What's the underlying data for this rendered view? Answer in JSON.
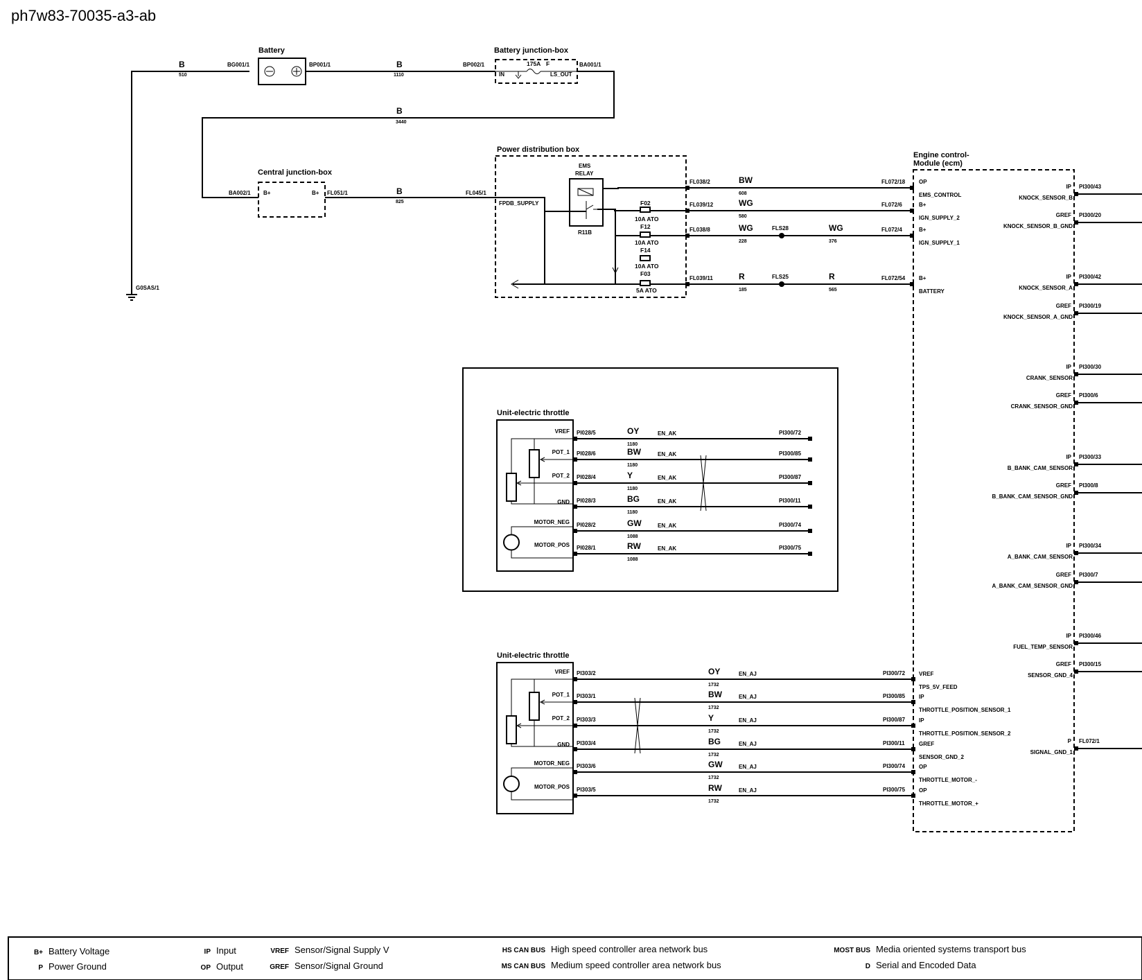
{
  "doc_id": "ph7w83-70035-a3-ab",
  "components": {
    "battery": {
      "title": "Battery",
      "left_conn": "BG001/1",
      "right_conn": "BP001/1"
    },
    "battery_jbox": {
      "title": "Battery junction-box",
      "in_conn": "BP002/1",
      "out_conn": "BA001/1",
      "in_label": "IN",
      "out_label": "LS_OUT",
      "fuse_rating": "175A",
      "fuse_label": "F"
    },
    "central_jbox": {
      "title": "Central junction-box",
      "in_conn": "BA002/1",
      "out_conn": "FL051/1",
      "in_pin": "B+",
      "out_pin": "B+"
    },
    "pdb": {
      "title": "Power distribution box",
      "in_conn": "FL045/1",
      "supply_label": "FPDB_SUPPLY",
      "relay_title_1": "EMS",
      "relay_title_2": "RELAY",
      "relay_id": "R11B",
      "fuses": [
        {
          "id": "F02",
          "rating": "10A ATO"
        },
        {
          "id": "F12",
          "rating": "10A ATO"
        },
        {
          "id": "F14",
          "rating": "10A ATO"
        },
        {
          "id": "F03",
          "rating": "5A ATO"
        }
      ]
    },
    "ground": {
      "label": "G0SAS/1"
    },
    "ecm": {
      "title_1": "Engine control-",
      "title_2": "Module (ecm)"
    }
  },
  "wires_top": [
    {
      "color": "B",
      "num": "510"
    },
    {
      "color": "B",
      "num": "1110"
    },
    {
      "color": "B",
      "num": "3440"
    },
    {
      "color": "B",
      "num": "825"
    }
  ],
  "pdb_outputs": [
    {
      "conn_left": "FL038/2",
      "color": "BW",
      "num": "608",
      "splice": "",
      "color2": "",
      "num2": "",
      "conn_right": "FL072/18",
      "pin_type": "OP",
      "pin_name": "EMS_CONTROL"
    },
    {
      "conn_left": "FL039/12",
      "color": "WG",
      "num": "580",
      "splice": "",
      "color2": "",
      "num2": "",
      "conn_right": "FL072/6",
      "pin_type": "B+",
      "pin_name": "IGN_SUPPLY_2"
    },
    {
      "conn_left": "FL038/8",
      "color": "WG",
      "num": "228",
      "splice": "FLS28",
      "color2": "WG",
      "num2": "376",
      "conn_right": "FL072/4",
      "pin_type": "B+",
      "pin_name": "IGN_SUPPLY_1"
    },
    {
      "conn_left": "FL039/11",
      "color": "R",
      "num": "185",
      "splice": "FLS25",
      "color2": "R",
      "num2": "565",
      "conn_right": "FL072/54",
      "pin_type": "B+",
      "pin_name": "BATTERY"
    }
  ],
  "ecm_right_pins": [
    {
      "type": "IP",
      "conn": "PI300/43",
      "name": "KNOCK_SENSOR_B"
    },
    {
      "type": "GREF",
      "conn": "PI300/20",
      "name": "KNOCK_SENSOR_B_GND"
    },
    {
      "type": "IP",
      "conn": "PI300/42",
      "name": "KNOCK_SENSOR_A"
    },
    {
      "type": "GREF",
      "conn": "PI300/19",
      "name": "KNOCK_SENSOR_A_GND"
    },
    {
      "type": "IP",
      "conn": "PI300/30",
      "name": "CRANK_SENSOR"
    },
    {
      "type": "GREF",
      "conn": "PI300/6",
      "name": "CRANK_SENSOR_GND"
    },
    {
      "type": "IP",
      "conn": "PI300/33",
      "name": "B_BANK_CAM_SENSOR"
    },
    {
      "type": "GREF",
      "conn": "PI300/8",
      "name": "B_BANK_CAM_SENSOR_GND"
    },
    {
      "type": "IP",
      "conn": "PI300/34",
      "name": "A_BANK_CAM_SENSOR"
    },
    {
      "type": "GREF",
      "conn": "PI300/7",
      "name": "A_BANK_CAM_SENSOR_GND"
    },
    {
      "type": "IP",
      "conn": "PI300/46",
      "name": "FUEL_TEMP_SENSOR"
    },
    {
      "type": "GREF",
      "conn": "PI300/15",
      "name": "SENSOR_GND_4"
    },
    {
      "type": "P",
      "conn": "FL072/1",
      "name": "SIGNAL_GND_1"
    }
  ],
  "throttle_upper": {
    "title": "Unit-electric throttle",
    "rows": [
      {
        "pin": "VREF",
        "conn": "PI028/5",
        "color": "OY",
        "num": "1180",
        "tag": "EN_AK",
        "conn_right": "PI300/72"
      },
      {
        "pin": "POT_1",
        "conn": "PI028/6",
        "color": "BW",
        "num": "1180",
        "tag": "EN_AK",
        "conn_right": "PI300/85"
      },
      {
        "pin": "POT_2",
        "conn": "PI028/4",
        "color": "Y",
        "num": "1180",
        "tag": "EN_AK",
        "conn_right": "PI300/87"
      },
      {
        "pin": "GND",
        "conn": "PI028/3",
        "color": "BG",
        "num": "1180",
        "tag": "EN_AK",
        "conn_right": "PI300/11"
      },
      {
        "pin": "MOTOR_NEG",
        "conn": "PI028/2",
        "color": "GW",
        "num": "1088",
        "tag": "EN_AK",
        "conn_right": "PI300/74"
      },
      {
        "pin": "MOTOR_POS",
        "conn": "PI028/1",
        "color": "RW",
        "num": "1088",
        "tag": "EN_AK",
        "conn_right": "PI300/75"
      }
    ]
  },
  "throttle_lower": {
    "title": "Unit-electric throttle",
    "rows": [
      {
        "pin": "VREF",
        "conn": "PI303/2",
        "color": "OY",
        "num": "1732",
        "tag": "EN_AJ",
        "conn_right": "PI300/72",
        "ecm_type": "VREF",
        "ecm_name": "TPS_5V_FEED"
      },
      {
        "pin": "POT_1",
        "conn": "PI303/1",
        "color": "BW",
        "num": "1732",
        "tag": "EN_AJ",
        "conn_right": "PI300/85",
        "ecm_type": "IP",
        "ecm_name": "THROTTLE_POSITION_SENSOR_1"
      },
      {
        "pin": "POT_2",
        "conn": "PI303/3",
        "color": "Y",
        "num": "1732",
        "tag": "EN_AJ",
        "conn_right": "PI300/87",
        "ecm_type": "IP",
        "ecm_name": "THROTTLE_POSITION_SENSOR_2"
      },
      {
        "pin": "GND",
        "conn": "PI303/4",
        "color": "BG",
        "num": "1732",
        "tag": "EN_AJ",
        "conn_right": "PI300/11",
        "ecm_type": "GREF",
        "ecm_name": "SENSOR_GND_2"
      },
      {
        "pin": "MOTOR_NEG",
        "conn": "PI303/6",
        "color": "GW",
        "num": "1732",
        "tag": "EN_AJ",
        "conn_right": "PI300/74",
        "ecm_type": "OP",
        "ecm_name": "THROTTLE_MOTOR_-"
      },
      {
        "pin": "MOTOR_POS",
        "conn": "PI303/5",
        "color": "RW",
        "num": "1732",
        "tag": "EN_AJ",
        "conn_right": "PI300/75",
        "ecm_type": "OP",
        "ecm_name": "THROTTLE_MOTOR_+"
      }
    ]
  },
  "legend": [
    {
      "key": "B+",
      "value": "Battery Voltage"
    },
    {
      "key": "P",
      "value": "Power Ground"
    },
    {
      "key": "IP",
      "value": "Input"
    },
    {
      "key": "OP",
      "value": "Output"
    },
    {
      "key": "VREF",
      "value": "Sensor/Signal Supply V"
    },
    {
      "key": "GREF",
      "value": "Sensor/Signal Ground"
    },
    {
      "key": "HS CAN BUS",
      "value": "High speed controller area network bus"
    },
    {
      "key": "MS CAN BUS",
      "value": "Medium speed controller area network bus"
    },
    {
      "key": "MOST BUS",
      "value": "Media oriented systems transport bus"
    },
    {
      "key": "D",
      "value": "Serial and Encoded Data"
    }
  ]
}
